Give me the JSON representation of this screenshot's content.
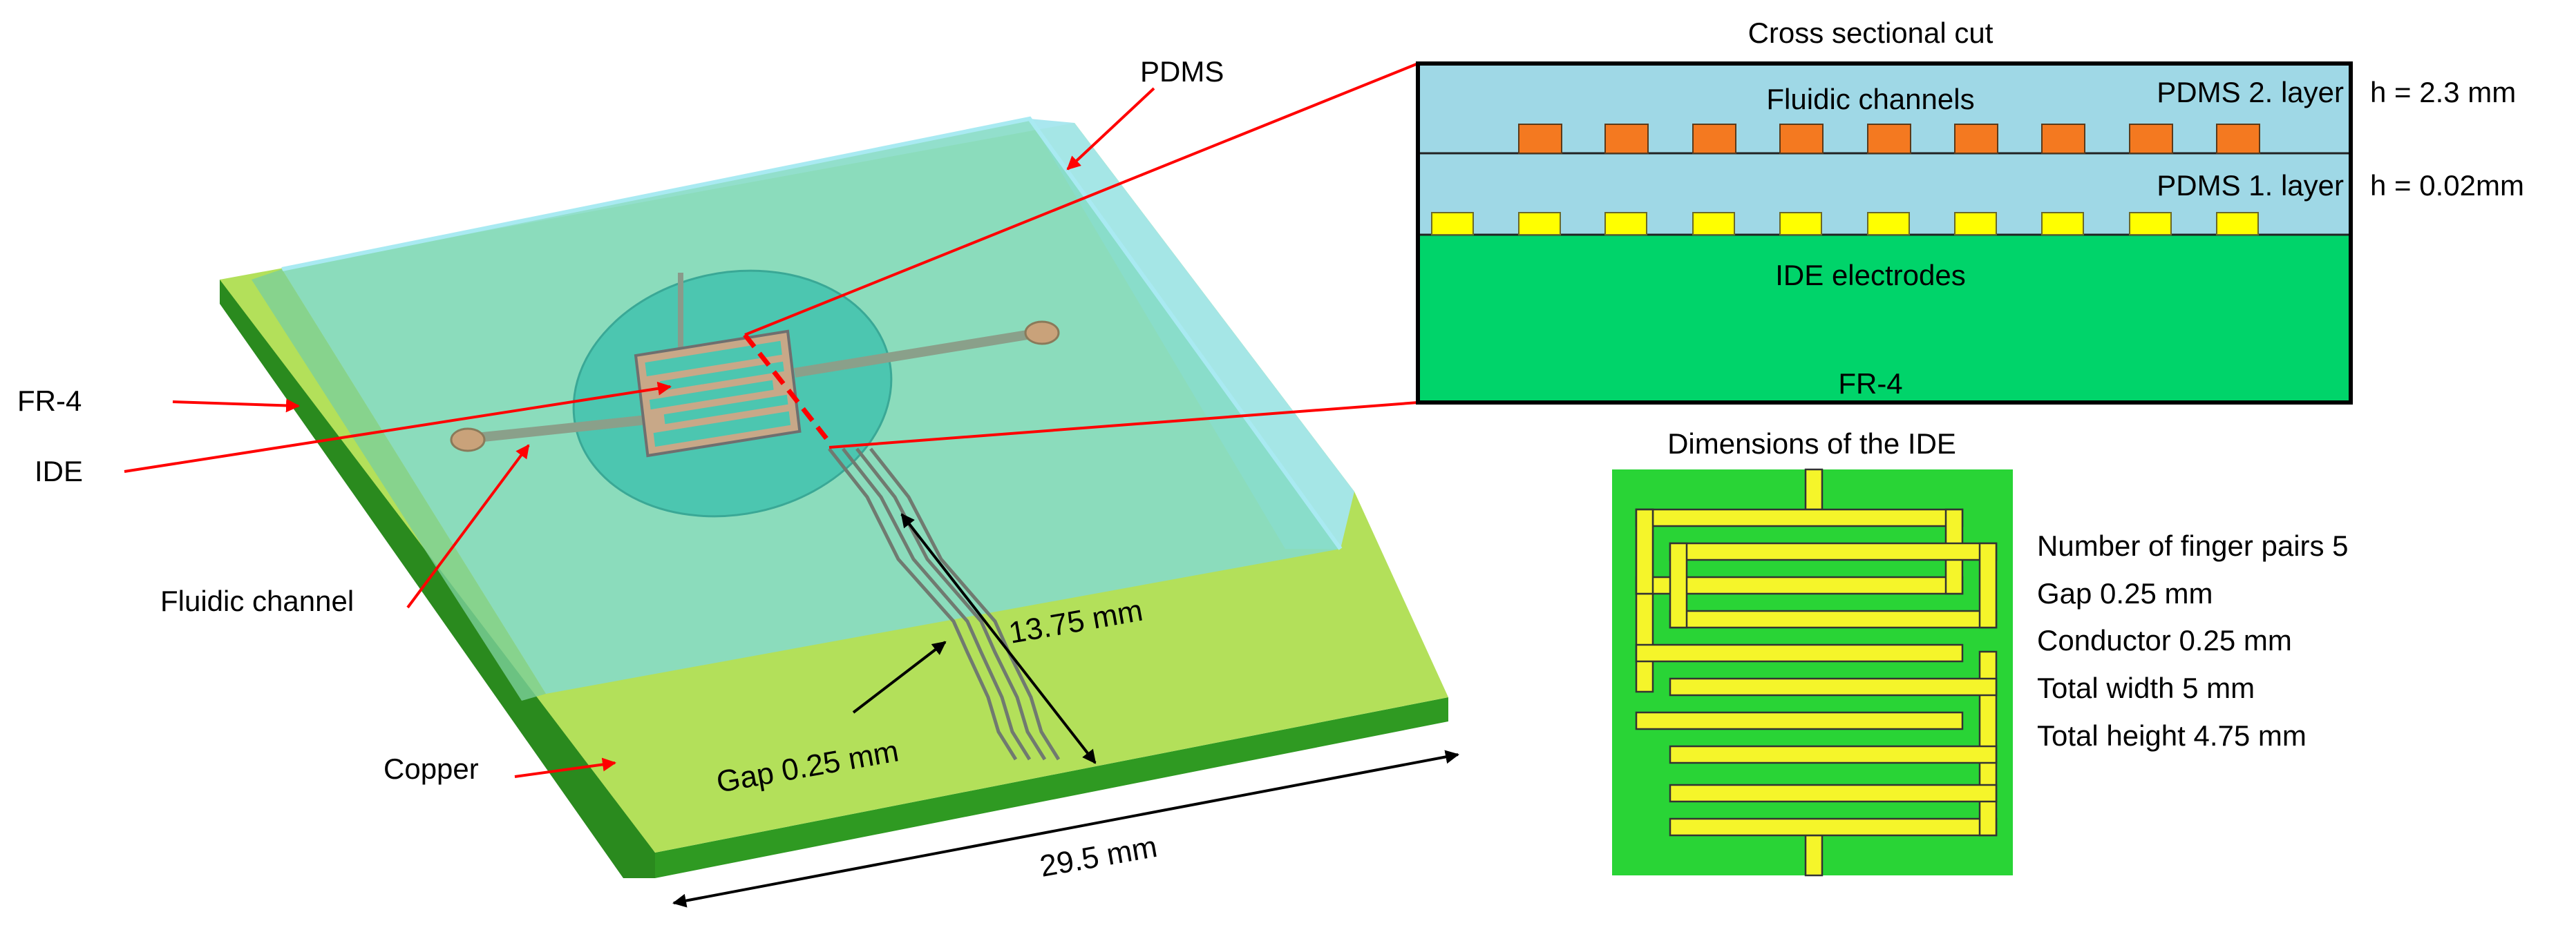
{
  "labels": {
    "pdms": "PDMS",
    "fr4": "FR-4",
    "ide": "IDE",
    "fluidic_channel": "Fluidic channel",
    "copper": "Copper",
    "gap": "Gap 0.25 mm",
    "length": "13.75 mm",
    "width": "29.5 mm"
  },
  "cross_section": {
    "title": "Cross sectional cut",
    "fluidic_channels": "Fluidic channels",
    "pdms2": "PDMS 2. layer",
    "pdms1": "PDMS 1. layer",
    "ide_electrodes": "IDE electrodes",
    "fr4": "FR-4",
    "h2": "h = 2.3 mm",
    "h1": "h = 0.02mm"
  },
  "ide_dims": {
    "title": "Dimensions of the IDE",
    "specs": [
      "Number of finger pairs 5",
      "Gap 0.25 mm",
      "Conductor 0.25 mm",
      "Total width 5 mm",
      "Total height 4.75 mm"
    ]
  },
  "colors": {
    "pdms": "#9fd8e6",
    "fr4_top": "#b3e05a",
    "fr4_side": "#2a8a1e",
    "substrate": "#00d46a",
    "channel": "#f47920",
    "electrode": "#ffff00",
    "ide_bg": "#29d436",
    "ide_metal": "#f5f52a",
    "arrow": "#ff0000"
  }
}
